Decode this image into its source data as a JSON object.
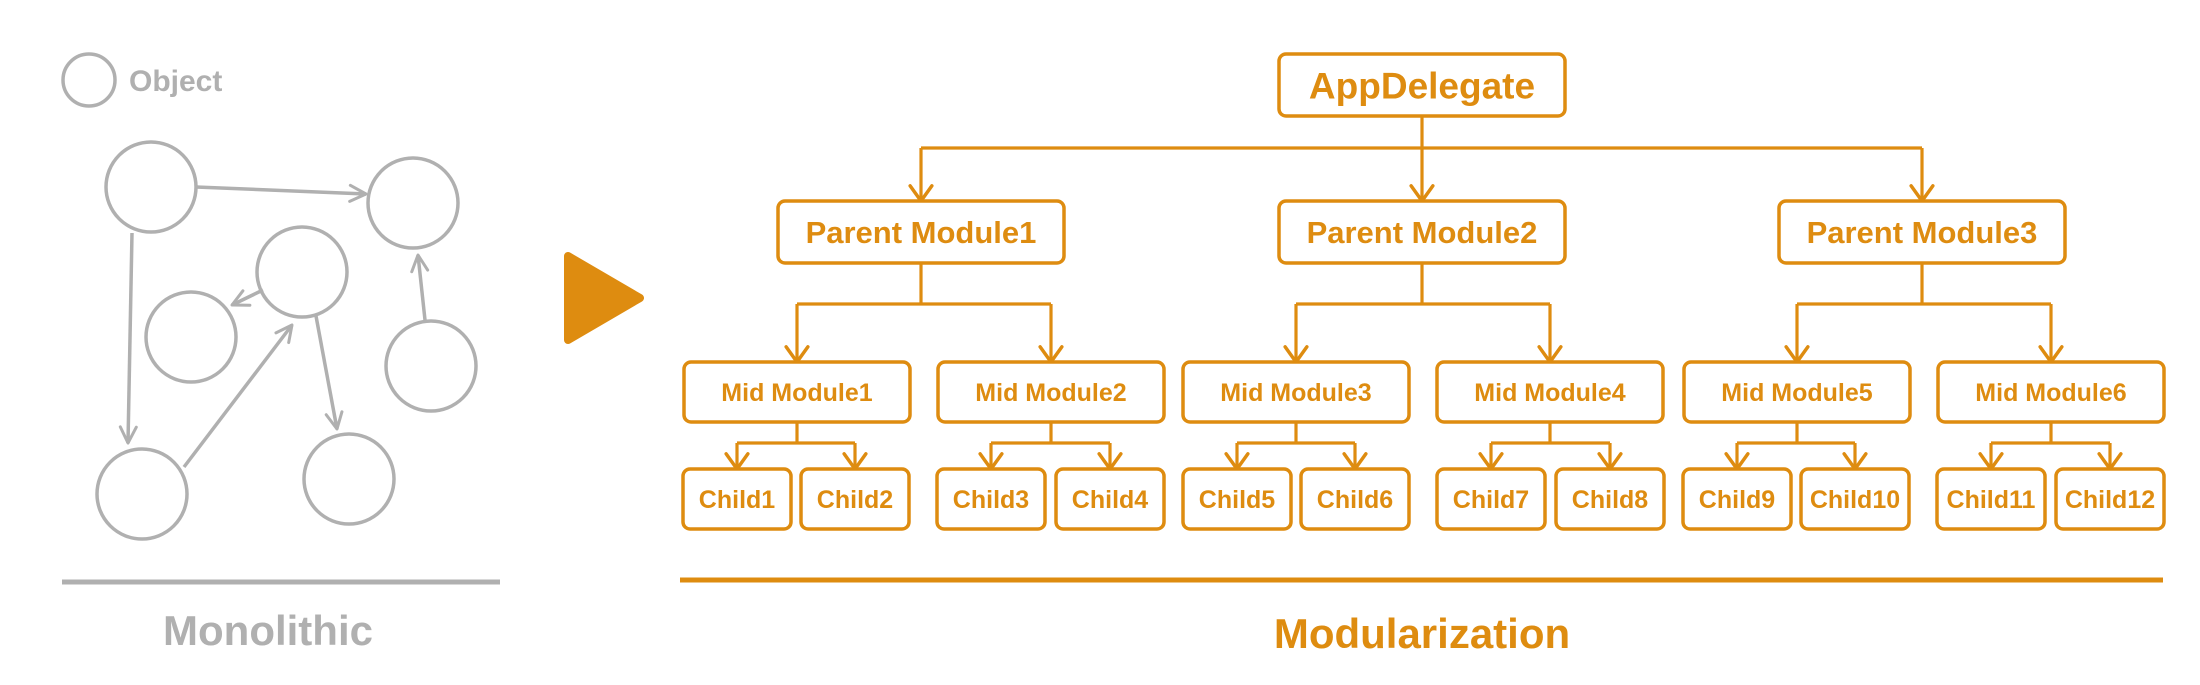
{
  "colors": {
    "gray": "#b0b0b0",
    "orange": "#de8c10",
    "white": "#ffffff"
  },
  "monolithic": {
    "legend_label": "Object",
    "caption": "Monolithic"
  },
  "arrow_icon": "play-triangle-icon",
  "modularization": {
    "root": "AppDelegate",
    "parents": [
      "Parent Module1",
      "Parent Module2",
      "Parent Module3"
    ],
    "mids": [
      "Mid Module1",
      "Mid Module2",
      "Mid Module3",
      "Mid Module4",
      "Mid Module5",
      "Mid Module6"
    ],
    "children": [
      "Child1",
      "Child2",
      "Child3",
      "Child4",
      "Child5",
      "Child6",
      "Child7",
      "Child8",
      "Child9",
      "Child10",
      "Child11",
      "Child12"
    ],
    "caption": "Modularization"
  }
}
